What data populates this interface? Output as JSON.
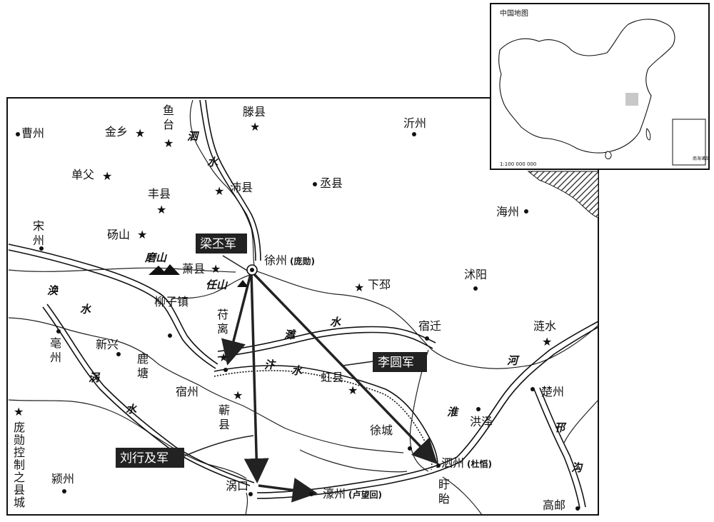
{
  "inset": {
    "title": "中国地图",
    "scale": "1:100 000 000",
    "south_sea_label": "南海诸岛"
  },
  "legend": {
    "symbol": "★",
    "text": [
      "庞",
      "勋",
      "控",
      "制",
      "之",
      "县",
      "城"
    ]
  },
  "towns_star": {
    "jinxiang": "金乡",
    "yutai": [
      "鱼",
      "台"
    ],
    "tengxian": "滕县",
    "danfu": "单父",
    "fengxian": "丰县",
    "peixian": "沛县",
    "dangshan": "砀山",
    "xiaoxian": "萧县",
    "xiapi": "下邳",
    "lianshui": "涟水",
    "fuli": [
      "苻",
      "离"
    ],
    "hongxian": "虹县"
  },
  "towns_dot": {
    "caozhou": "曹州",
    "yizhou": "沂州",
    "chengxian": "丞县",
    "haizhou": "海州",
    "songzhou": [
      "宋",
      "州"
    ],
    "shuyang": "沭阳",
    "suqian": "宿迁",
    "bozhou": [
      "亳",
      "州"
    ],
    "xinxing": "新兴",
    "lutang": [
      "鹿",
      "塘"
    ],
    "suzhou": "宿州",
    "qixian": [
      "蕲",
      "县"
    ],
    "chuzhou": "楚州",
    "hongze": "洪泽",
    "xucheng": "徐城",
    "yingzhou": "颍州",
    "guokou": "涡口",
    "haozhou": "濠州",
    "haozhou_note": "(卢望回)",
    "sizhou": "泗州",
    "sizhou_note": "(杜慆)",
    "xuyi": [
      "盱",
      "眙"
    ],
    "gaoyou": "高邮"
  },
  "xuzhou": {
    "name": "徐州",
    "note": "(庞勋)"
  },
  "zhen": {
    "liuzizhen": "柳子镇"
  },
  "mountains": {
    "moshan": "磨山",
    "renshan": "任山"
  },
  "rivers": {
    "sishui": [
      "泗",
      "水"
    ],
    "huanshui": [
      "涣",
      "水"
    ],
    "suishui": [
      "濉",
      "水"
    ],
    "bianshui": [
      "汴",
      "水"
    ],
    "guoshui": [
      "涡",
      "水"
    ],
    "huaihe": [
      "淮",
      "河"
    ],
    "hangou": [
      "邗",
      "沟"
    ]
  },
  "armies": {
    "liang": "梁丕军",
    "li": "李圆军",
    "liu": "刘行及军"
  },
  "colors": {
    "ink": "#111111",
    "army_box": "#222222",
    "water": "#ffffff",
    "sea_hatch": "#222222"
  }
}
